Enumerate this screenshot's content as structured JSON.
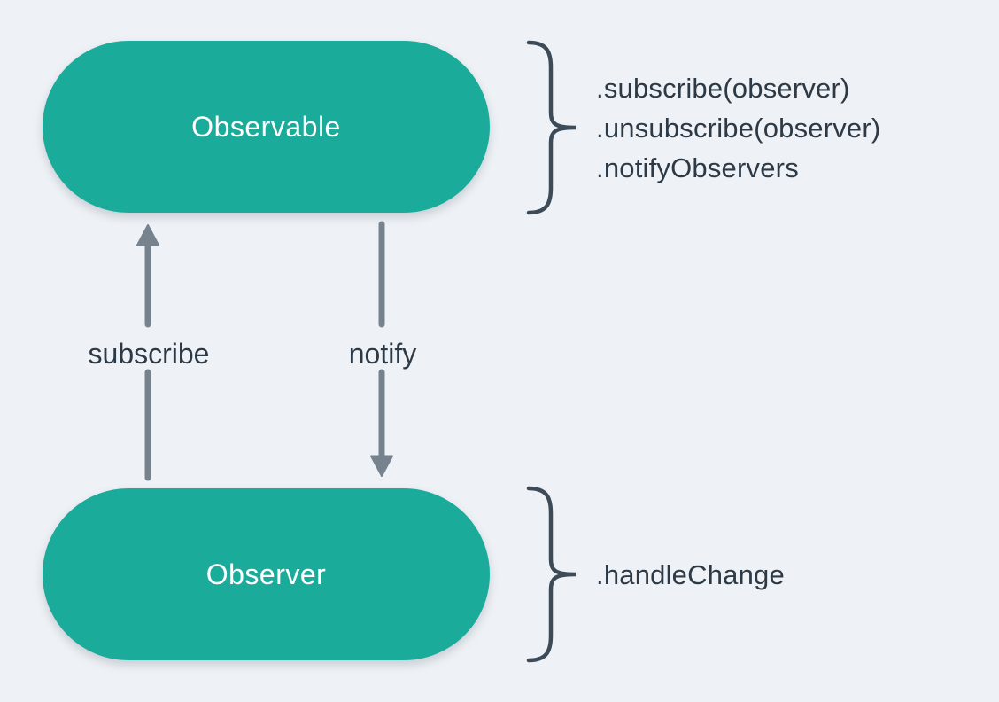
{
  "colors": {
    "background": "#EEF1F5",
    "node_fill": "#1BAB9B",
    "node_text": "#FFFFFF",
    "arrow": "#76838F",
    "ink": "#2D3A46",
    "brace": "#3D4B58"
  },
  "diagram": {
    "type": "observer-pattern-diagram",
    "nodes": [
      {
        "id": "observable",
        "label": "Observable"
      },
      {
        "id": "observer",
        "label": "Observer"
      }
    ],
    "edges": [
      {
        "id": "subscribe",
        "label": "subscribe",
        "from": "observer",
        "to": "observable",
        "direction": "up"
      },
      {
        "id": "notify",
        "label": "notify",
        "from": "observable",
        "to": "observer",
        "direction": "down"
      }
    ],
    "annotations": [
      {
        "target": "observable",
        "methods": [
          ".subscribe(observer)",
          ".unsubscribe(observer)",
          ".notifyObservers"
        ]
      },
      {
        "target": "observer",
        "methods": [
          ".handleChange"
        ]
      }
    ]
  }
}
